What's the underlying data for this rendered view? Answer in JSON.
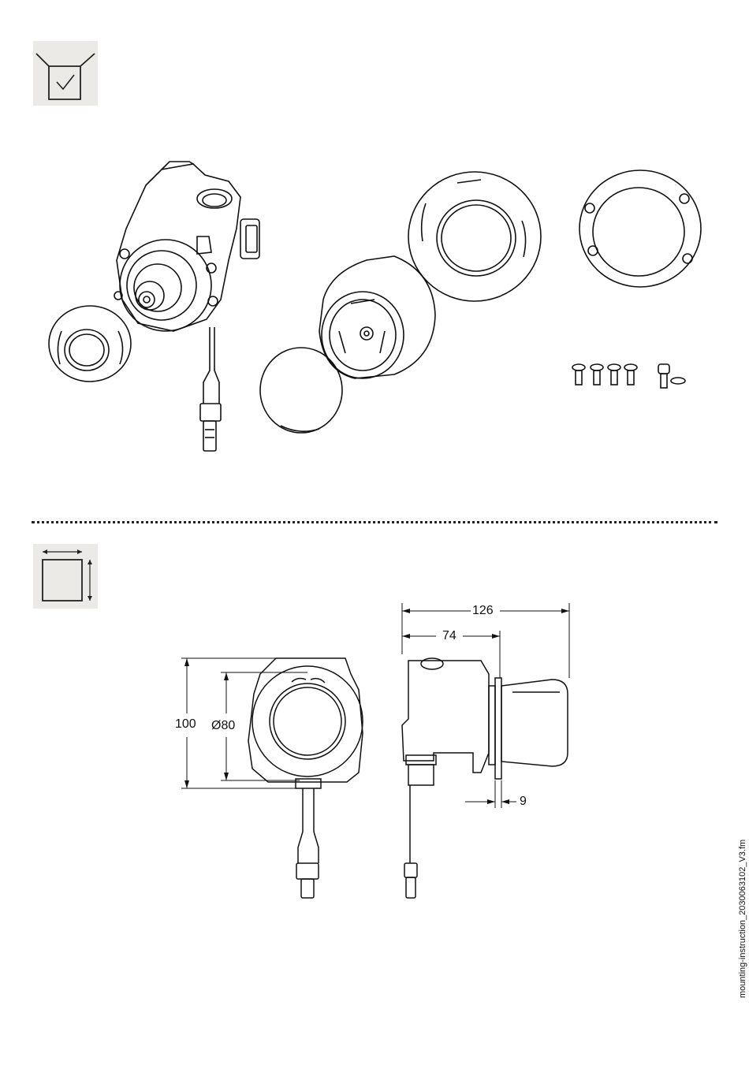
{
  "icons": {
    "scope_of_delivery": "box-check-icon",
    "dimensions": "dimensions-icon"
  },
  "dimensions": {
    "overall_height": "100",
    "diameter": "Ø80",
    "total_depth": "126",
    "body_depth": "74",
    "cover_offset": "9"
  },
  "footer": {
    "filename": "mounting-instruction_2030063102_V3.fm"
  },
  "colors": {
    "icon_background": "#ebeae6",
    "line": "#111111"
  }
}
